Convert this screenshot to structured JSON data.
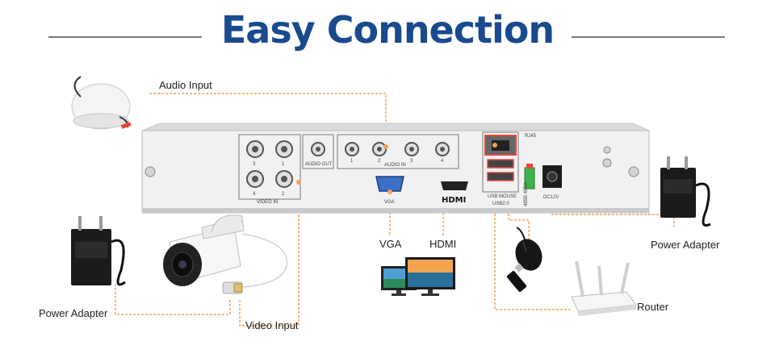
{
  "title": "Easy Connection",
  "colors": {
    "title": "#1a4a8e",
    "wire": "#f2a35a",
    "highlight": "#e8453c"
  },
  "labels": {
    "audio_input": "Audio Input",
    "vga": "VGA",
    "hdmi": "HDMI",
    "power_adapter_left": "Power Adapter",
    "power_adapter_right": "Power Adapter",
    "video_input": "Video Input",
    "router": "Router"
  },
  "panel": {
    "video_in": "VIDEO IN",
    "audio_out": "AUDIO OUT",
    "audio_in": "AUDIO IN",
    "vga_port": "VGA",
    "hdmi_logo": "HDMI",
    "rj45": "RJ45",
    "usb_mouse": "USB MOUSE",
    "usb2": "USB2.0",
    "dc12v": "DC12V",
    "rs485": "485B 485A",
    "bnc_numbers": [
      "1",
      "2",
      "3",
      "4"
    ],
    "audio_numbers": [
      "1",
      "2",
      "3",
      "4"
    ]
  },
  "icons": [
    "microphone-icon",
    "camera-icon",
    "power-adapter-icon",
    "monitor-icon",
    "mouse-icon",
    "usb-stick-icon",
    "router-icon"
  ]
}
